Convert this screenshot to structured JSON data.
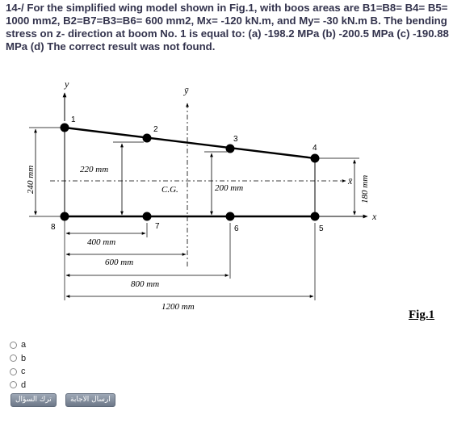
{
  "question": {
    "text": "14-/ For the simplified wing model shown in Fig.1, with boos areas are B1=B8= B4= B5= 1000 mm2, B2=B7=B3=B6= 600 mm2, Mx= -120 kN.m, and My= -30 kN.m B. The bending stress on z- direction at boom No. 1 is equal to: (a) -198.2 MPa (b) -200.5 MPa (c) -190.88 MPa (d) The correct result was not found."
  },
  "figure": {
    "caption": "Fig.1",
    "axis_y": "y",
    "axis_ybar": "ȳ",
    "axis_x": "x",
    "axis_xbar": "x̄",
    "cg": "C.G.",
    "boom_labels": [
      "1",
      "2",
      "3",
      "4",
      "5",
      "6",
      "7",
      "8"
    ],
    "dims": {
      "d240": "240 mm",
      "d220": "220 mm",
      "d200": "200 mm",
      "d180": "180 mm",
      "d400": "400 mm",
      "d600": "600 mm",
      "d800": "800 mm",
      "d1200": "1200 mm"
    }
  },
  "options": [
    {
      "label": "a"
    },
    {
      "label": "b"
    },
    {
      "label": "c"
    },
    {
      "label": "d"
    }
  ],
  "buttons": {
    "submit": "ارسال الاجابة",
    "skip": "ترك السؤال"
  }
}
